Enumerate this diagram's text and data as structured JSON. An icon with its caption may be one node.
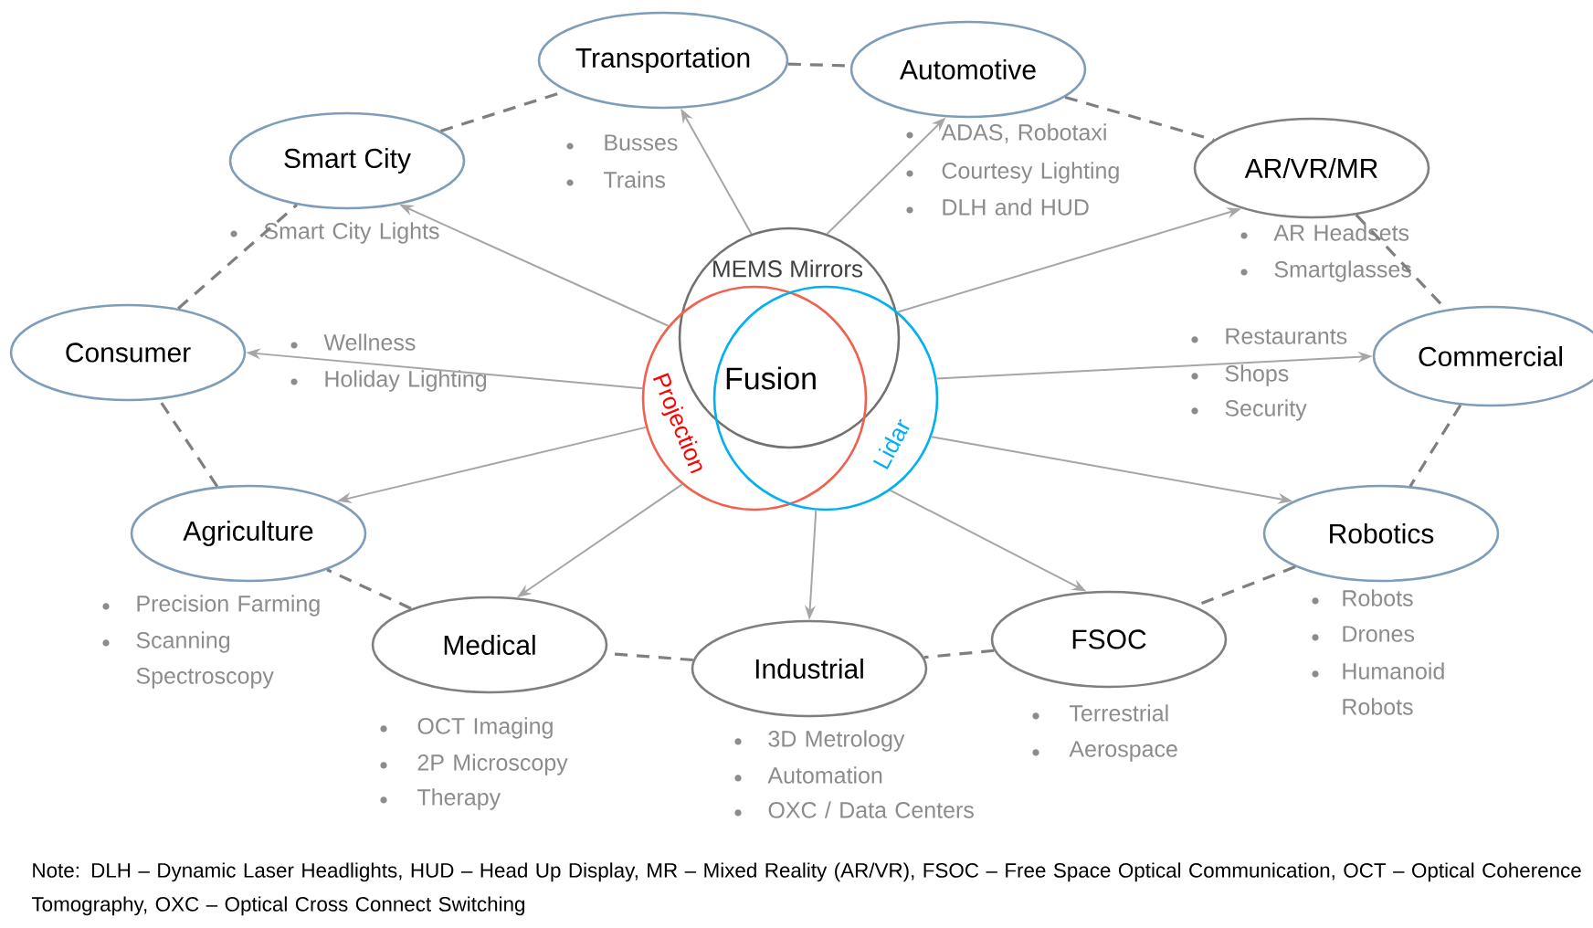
{
  "diagram": {
    "nodes": [
      {
        "text": [
          "Transportation"
        ],
        "beside": [
          "Busses",
          "Trains"
        ]
      },
      {
        "text": [
          "Automotive"
        ],
        "beside": [
          "ADAS, Robotaxi",
          "Courtesy Lighting",
          "DLH and HUD"
        ]
      },
      {
        "text": [
          "Smart City"
        ],
        "beside": [
          "Smart City Lights"
        ]
      },
      {
        "text": [
          "AR/VR/MR"
        ],
        "beside": [
          "AR Headsets",
          "Smartglasses"
        ]
      },
      {
        "text": [
          "MEMS Mirrors"
        ]
      },
      {
        "text": [
          "Consumer"
        ],
        "beside": [
          "Wellness",
          "Holiday Lighting"
        ]
      },
      {
        "text": [
          "Projection"
        ]
      },
      {
        "text": [
          "Lidar"
        ]
      },
      {
        "text": [
          "Commercial"
        ],
        "beside": [
          "Restaurants",
          "Shops",
          "Security"
        ]
      },
      {
        "text": [
          "Agriculture"
        ],
        "beside": [
          "Precision Farming",
          "Scanning Spectroscopy"
        ]
      },
      {
        "text": [
          "Robotics"
        ],
        "beside": [
          "Robots",
          "Drones",
          "Humanoid Robots"
        ]
      },
      {
        "text": [
          "Medical"
        ],
        "beside": [
          "OCT Imaging",
          "2P Microscopy",
          "Therapy"
        ]
      },
      {
        "text": [
          "FSOC"
        ],
        "beside": [
          "Terrestrial",
          "Aerospace"
        ]
      },
      {
        "text": [
          "Industrial"
        ],
        "beside": [
          "3D Metrology",
          "Automation",
          "OXC / Data Centers"
        ]
      }
    ],
    "edges": [
      {
        "from": 4,
        "to": 0,
        "arrow": "to"
      },
      {
        "from": 4,
        "to": 1,
        "arrow": "to"
      },
      {
        "from": 6,
        "to": 2,
        "arrow": "to"
      },
      {
        "from": 7,
        "to": 3,
        "arrow": "to"
      },
      {
        "from": 7,
        "to": 8,
        "arrow": "to"
      },
      {
        "from": 7,
        "to": 10,
        "arrow": "to"
      },
      {
        "from": 7,
        "to": 12,
        "arrow": "to"
      },
      {
        "from": 7,
        "to": 13,
        "arrow": "to"
      },
      {
        "from": 6,
        "to": 11,
        "arrow": "to"
      },
      {
        "from": 6,
        "to": 9,
        "arrow": "to"
      },
      {
        "from": 6,
        "to": 5,
        "arrow": "to"
      },
      {
        "from": 0,
        "to": 1,
        "arrow": "none",
        "style": "dashed",
        "color": "#7f7f7f"
      },
      {
        "from": 1,
        "to": 3,
        "arrow": "none",
        "style": "dashed",
        "color": "#7f7f7f"
      },
      {
        "from": 3,
        "to": 8,
        "arrow": "none",
        "style": "dashed",
        "color": "#7f7f7f"
      },
      {
        "from": 8,
        "to": 10,
        "arrow": "none",
        "style": "dashed",
        "color": "#7f7f7f"
      },
      {
        "from": 10,
        "to": 12,
        "arrow": "none",
        "style": "dashed",
        "color": "#7f7f7f"
      },
      {
        "from": 12,
        "to": 13,
        "arrow": "none",
        "style": "dashed",
        "color": "#7f7f7f"
      },
      {
        "from": 13,
        "to": 11,
        "arrow": "none",
        "style": "dashed",
        "color": "#7f7f7f"
      },
      {
        "from": 11,
        "to": 9,
        "arrow": "none",
        "style": "dashed",
        "color": "#7f7f7f"
      },
      {
        "from": 9,
        "to": 5,
        "arrow": "none",
        "style": "dashed",
        "color": "#7f7f7f"
      },
      {
        "from": 5,
        "to": 2,
        "arrow": "none",
        "style": "dashed",
        "color": "#7f7f7f"
      },
      {
        "from": 2,
        "to": 0,
        "arrow": "none",
        "style": "dashed",
        "color": "#7f7f7f"
      }
    ],
    "labels": [
      "Fusion",
      "Note: DLH – Dynamic Laser Headlights, HUD – Head Up Display,  MR – Mixed Reality (AR/VR), FSOC – Free Space Optical Communication, OCT – Optical Coherence Tomography, OXC – Optical Cross Connect Switching"
    ]
  }
}
